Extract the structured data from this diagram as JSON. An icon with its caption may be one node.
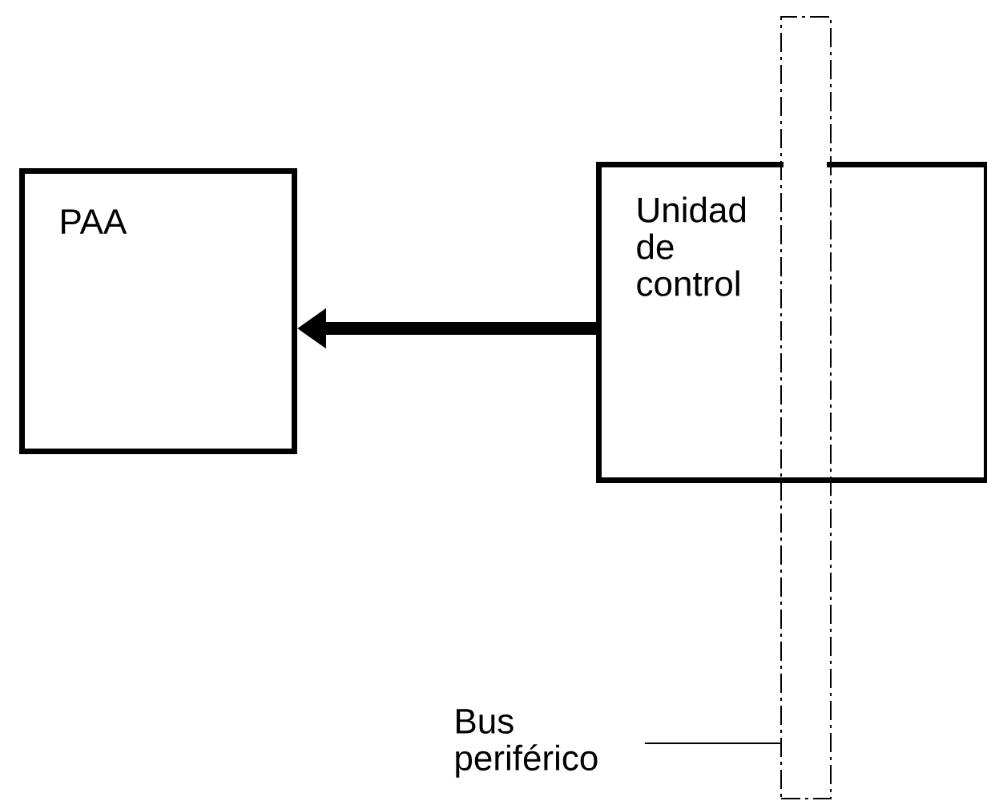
{
  "diagram": {
    "nodes": [
      {
        "text": [
          "PAA"
        ]
      },
      {
        "text": [
          "Unidad de control"
        ]
      },
      {
        "text": [],
        "shape": "bar"
      },
      {
        "text": [
          "Bus periférico"
        ]
      }
    ],
    "edges": [
      {
        "from": 1,
        "to": 0,
        "arrow": "to",
        "style": "thick"
      },
      {
        "from": 3,
        "to": 2,
        "arrow": "none"
      }
    ]
  }
}
